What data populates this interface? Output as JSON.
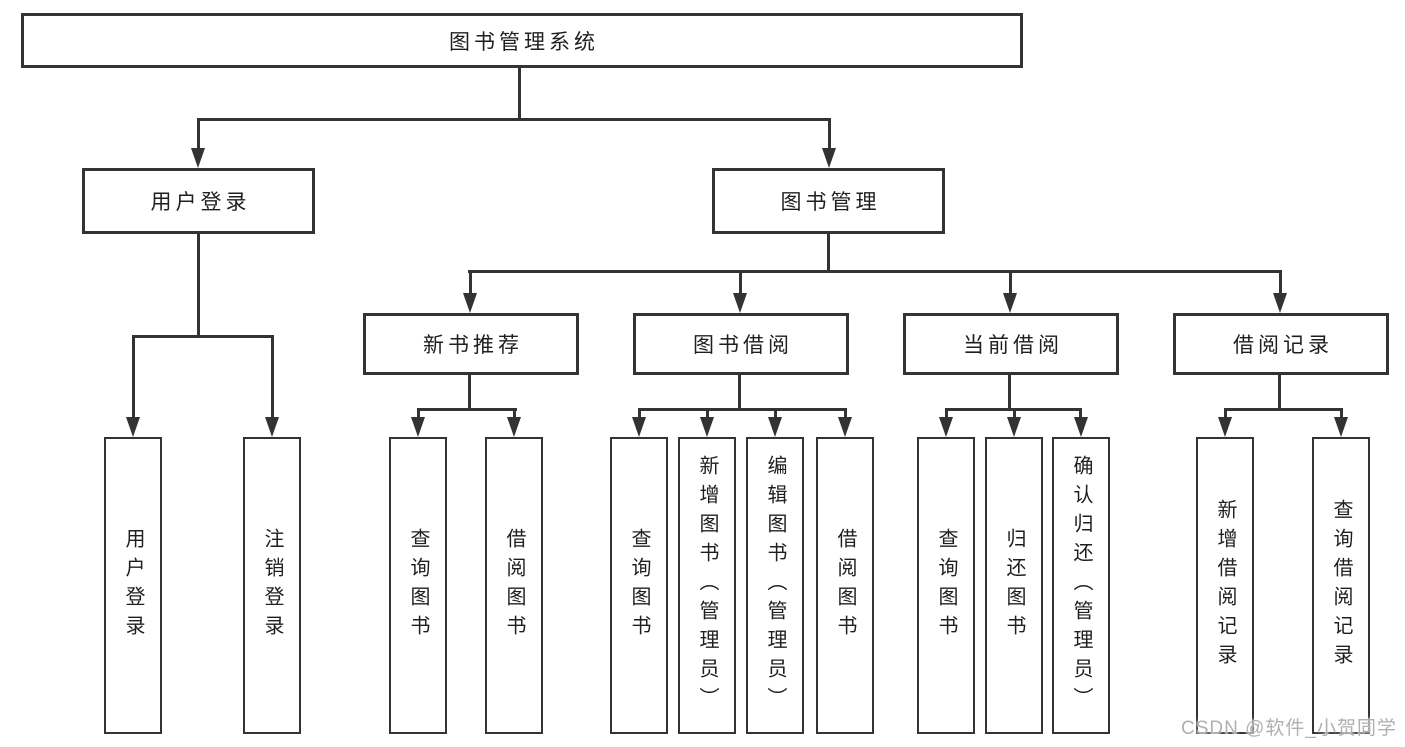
{
  "diagram": {
    "root": {
      "label": "图书管理系统"
    },
    "level2": {
      "user_login": {
        "label": "用户登录"
      },
      "book_mgmt": {
        "label": "图书管理"
      }
    },
    "level3": {
      "new_rec": {
        "label": "新书推荐"
      },
      "borrow": {
        "label": "图书借阅"
      },
      "current": {
        "label": "当前借阅"
      },
      "record": {
        "label": "借阅记录"
      }
    },
    "leaves": {
      "login": {
        "label": "用户登录"
      },
      "logout": {
        "label": "注销登录"
      },
      "rec_query": {
        "label": "查询图书"
      },
      "rec_borrow": {
        "label": "借阅图书"
      },
      "bor_query": {
        "label": "查询图书"
      },
      "bor_add": {
        "label": "新增图书（管理员）"
      },
      "bor_edit": {
        "label": "编辑图书（管理员）"
      },
      "bor_lend": {
        "label": "借阅图书"
      },
      "cur_query": {
        "label": "查询图书"
      },
      "cur_return": {
        "label": "归还图书"
      },
      "cur_confirm": {
        "label": "确认归还（管理员）"
      },
      "log_add": {
        "label": "新增借阅记录"
      },
      "log_query": {
        "label": "查询借阅记录"
      }
    }
  },
  "watermark": {
    "text": "CSDN @软件_小贺同学"
  },
  "colors": {
    "line": "#333333",
    "box_fill": "#ffffff",
    "text": "#1f1f1f",
    "watermark": "#b0b0b0"
  }
}
